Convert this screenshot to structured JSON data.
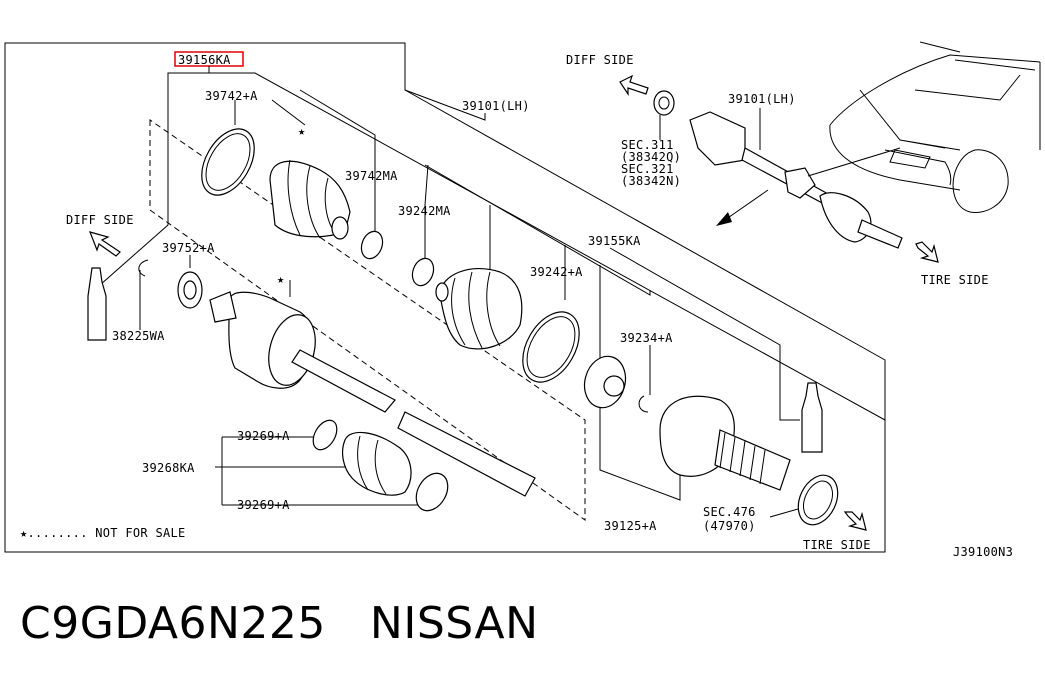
{
  "diagram": {
    "highlighted_part": "39156KA",
    "labels": {
      "p39742A": "39742+A",
      "p39742MA": "39742MA",
      "p39101LH": "39101(LH)",
      "p39242MA": "39242MA",
      "p39242A": "39242+A",
      "p39155KA": "39155KA",
      "p39234A": "39234+A",
      "p39752A": "39752+A",
      "p38225WA": "38225WA",
      "p39269A_top": "39269+A",
      "p39268KA": "39268KA",
      "p39269A_bottom": "39269+A",
      "p39125A": "39125+A",
      "sec476": "SEC.476",
      "p47970": "(47970)",
      "diff_side_left": "DIFF SIDE",
      "diff_side_top": "DIFF SIDE",
      "tire_side_bottom": "TIRE SIDE",
      "tire_side_right": "TIRE SIDE",
      "inset_39101LH": "39101(LH)",
      "sec311": "SEC.311",
      "p38342Q": "(38342Q)",
      "sec321": "SEC.321",
      "p38342N": "(38342N)",
      "legend": "★........ NOT FOR SALE",
      "diagram_code": "J39100N3"
    }
  },
  "footer": {
    "part_code": "C9GDA6N225",
    "brand": "NISSAN"
  }
}
